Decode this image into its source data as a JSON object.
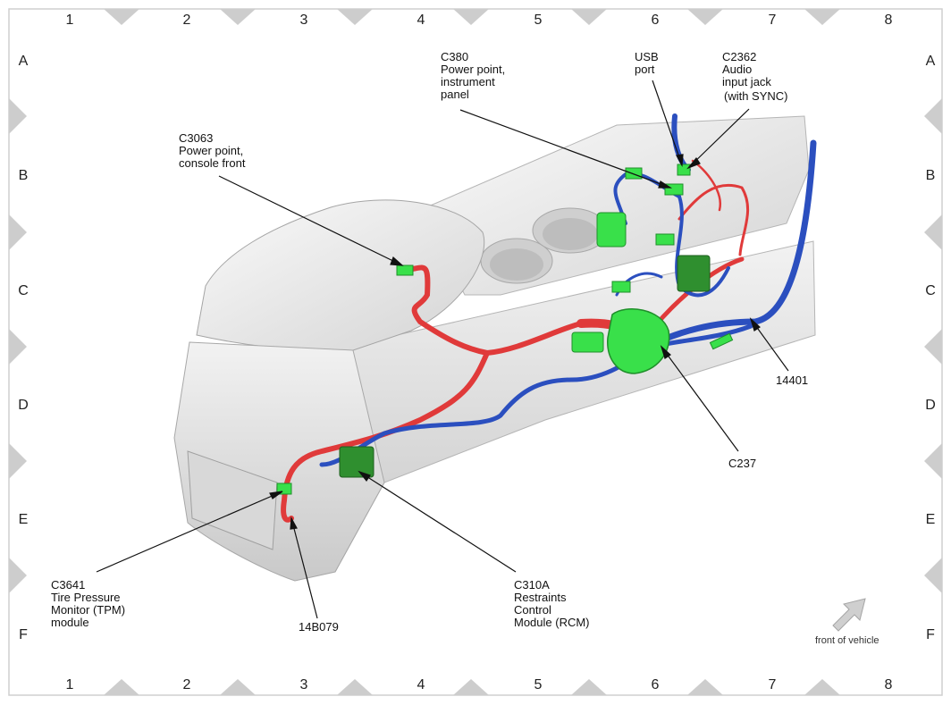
{
  "grid": {
    "columns": [
      "1",
      "2",
      "3",
      "4",
      "5",
      "6",
      "7",
      "8"
    ],
    "rows": [
      "A",
      "B",
      "C",
      "D",
      "E",
      "F"
    ]
  },
  "callouts": {
    "c3063": [
      "C3063",
      "Power point,",
      "console front"
    ],
    "c380": [
      "C380",
      "Power point,",
      "instrument",
      "panel"
    ],
    "usb": [
      "USB",
      "port"
    ],
    "c2362": [
      "C2362",
      "Audio",
      "input jack",
      "(with SYNC)"
    ],
    "h14401": [
      "14401"
    ],
    "c237": [
      "C237"
    ],
    "c310a": [
      "C310A",
      "Restraints",
      "Control",
      "Module (RCM)"
    ],
    "c3641": [
      "C3641",
      "Tire Pressure",
      "Monitor (TPM)",
      "module"
    ],
    "h14b079": [
      "14B079"
    ]
  },
  "orientation": {
    "label": "front of vehicle"
  },
  "colors": {
    "console": "#d9d9d9",
    "harness_red": "#e03a3a",
    "harness_blue": "#2b4fbf",
    "connector_green": "#39e04a",
    "connector_dark": "#2f8f2f",
    "frame_marker": "#c8c8c8"
  }
}
